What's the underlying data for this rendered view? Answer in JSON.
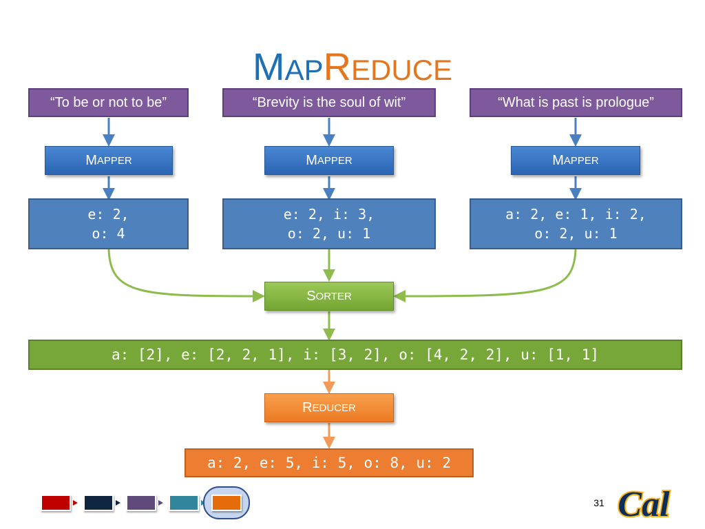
{
  "title": {
    "first_cap": "M",
    "first_rest": "AP",
    "second_cap": "R",
    "second_rest": "EDUCE"
  },
  "colors": {
    "title_blue": "#1f6fb5",
    "title_orange": "#e3761e",
    "quote_purple": "#7e5a9c",
    "mapper_blue": "#2f6fbf",
    "output_blue": "#4f81bd",
    "sorter_green": "#8bbb47",
    "sorted_green": "#77a739",
    "reducer_orange": "#f0882f",
    "final_orange": "#ed7d31"
  },
  "inputs": [
    {
      "text": "“To be or not to be”"
    },
    {
      "text": "“Brevity is the soul of wit”"
    },
    {
      "text": "“What is past is prologue”"
    }
  ],
  "mappers": [
    {
      "cap": "M",
      "rest": "APPER"
    },
    {
      "cap": "M",
      "rest": "APPER"
    },
    {
      "cap": "M",
      "rest": "APPER"
    }
  ],
  "map_outputs": [
    {
      "line1": "e: 2,",
      "line2": "o: 4"
    },
    {
      "line1": "e: 2, i: 3,",
      "line2": "o: 2, u: 1"
    },
    {
      "line1": "a: 2, e: 1, i: 2,",
      "line2": "o: 2, u: 1"
    }
  ],
  "sorter": {
    "cap": "S",
    "rest": "ORTER"
  },
  "sorted_output": "a: [2], e: [2, 2, 1], i: [3, 2], o: [4, 2, 2], u: [1, 1]",
  "reducer": {
    "cap": "R",
    "rest": "EDUCER"
  },
  "final_output": "a: 2, e: 5, i: 5, o: 8, u: 2",
  "progress": {
    "steps": [
      {
        "color": "#c00000"
      },
      {
        "color": "#10253f"
      },
      {
        "color": "#604a7b"
      },
      {
        "color": "#31859c"
      },
      {
        "color": "#e46c0a"
      }
    ],
    "current_step": 5
  },
  "footer": {
    "page_number": "31",
    "logo_text": "Cal"
  }
}
